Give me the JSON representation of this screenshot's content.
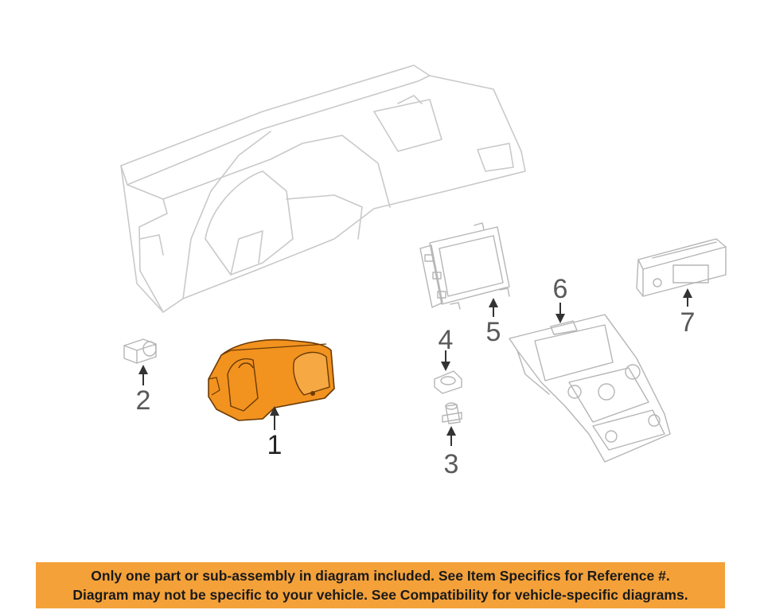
{
  "callouts": {
    "c1": "1",
    "c2": "2",
    "c3": "3",
    "c4": "4",
    "c5": "5",
    "c6": "6",
    "c7": "7"
  },
  "highlight_color": "#f2921f",
  "line_color": "#c9c9c9",
  "banner": {
    "color": "#f4a13a",
    "line1": "Only one part or sub-assembly in diagram included. See Item Specifics for Reference #.",
    "line2": "Diagram may not be specific to your vehicle. See Compatibility for vehicle-specific diagrams."
  }
}
